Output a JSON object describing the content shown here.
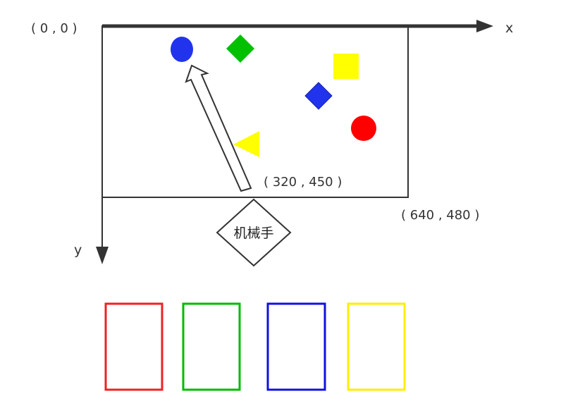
{
  "labels": {
    "origin": "( 0 , 0 )",
    "x_axis": "x",
    "y_axis": "y",
    "arm_point": "( 320 , 450 )",
    "frame_corner": "( 640 , 480 )",
    "robot": "机械手"
  },
  "colors": {
    "axis": "#333333",
    "red": "#ff0000",
    "green": "#00c000",
    "blue": "#2233ee",
    "yellow": "#ffff00"
  },
  "objects": [
    {
      "name": "blue-circle",
      "shape": "circle",
      "color": "blue"
    },
    {
      "name": "green-diamond",
      "shape": "diamond",
      "color": "green"
    },
    {
      "name": "yellow-square",
      "shape": "square",
      "color": "yellow"
    },
    {
      "name": "blue-diamond",
      "shape": "diamond",
      "color": "blue"
    },
    {
      "name": "red-circle",
      "shape": "circle",
      "color": "red"
    },
    {
      "name": "yellow-triangle",
      "shape": "triangle",
      "color": "yellow"
    }
  ],
  "bins": [
    {
      "name": "red-bin",
      "color": "red"
    },
    {
      "name": "green-bin",
      "color": "green"
    },
    {
      "name": "blue-bin",
      "color": "blue"
    },
    {
      "name": "yellow-bin",
      "color": "yellow"
    }
  ]
}
